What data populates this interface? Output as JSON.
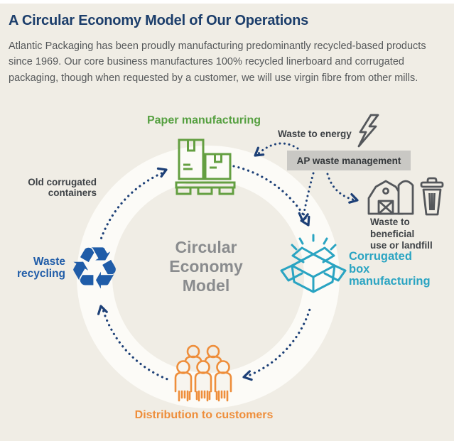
{
  "header": {
    "title": "A Circular Economy Model of Our Operations",
    "intro": "Atlantic Packaging has been proudly manufacturing predominantly recycled-based products since 1969. Our core business manufactures 100% recycled linerboard and corrugated packaging, though when requested by a customer, we will use virgin fibre from other mills."
  },
  "diagram": {
    "center_label": "Circular\nEconomy\nModel",
    "paper": {
      "label": "Paper manufacturing"
    },
    "waste_to_energy": {
      "label": "Waste to energy"
    },
    "ap_waste": {
      "label": "AP waste management"
    },
    "waste_beneficial": {
      "label": "Waste to\nbeneficial\nuse or landfill"
    },
    "corrugated": {
      "label": "Corrugated\nbox\nmanufacturing"
    },
    "distribution": {
      "label": "Distribution to customers"
    },
    "waste_recycling": {
      "label": "Waste\nrecycling"
    },
    "old_corrugated": {
      "label": "Old corrugated\ncontainers"
    },
    "icons": {
      "recycle_glyph": "♻",
      "paper": "boxes-on-pallet",
      "energy": "lightning-bolt",
      "landfill": "barn-and-trash-can",
      "corrugated": "open-box",
      "distribution": "people-group"
    },
    "colors": {
      "background": "#f0ede5",
      "ring": "#fcfbf7",
      "navy": "#1d4077",
      "green": "#56a041",
      "teal": "#2aa4c2",
      "orange": "#ee8e3b",
      "blue": "#1f5ca8",
      "gray_label": "#3e4246",
      "center_gray": "#8a8c8e",
      "ap_box_bg": "#c9c8c4",
      "title_navy": "#1c3e6b",
      "body_text": "#55585a",
      "icon_dark": "#54575b",
      "icon_fill": "#f7f5ef"
    }
  }
}
